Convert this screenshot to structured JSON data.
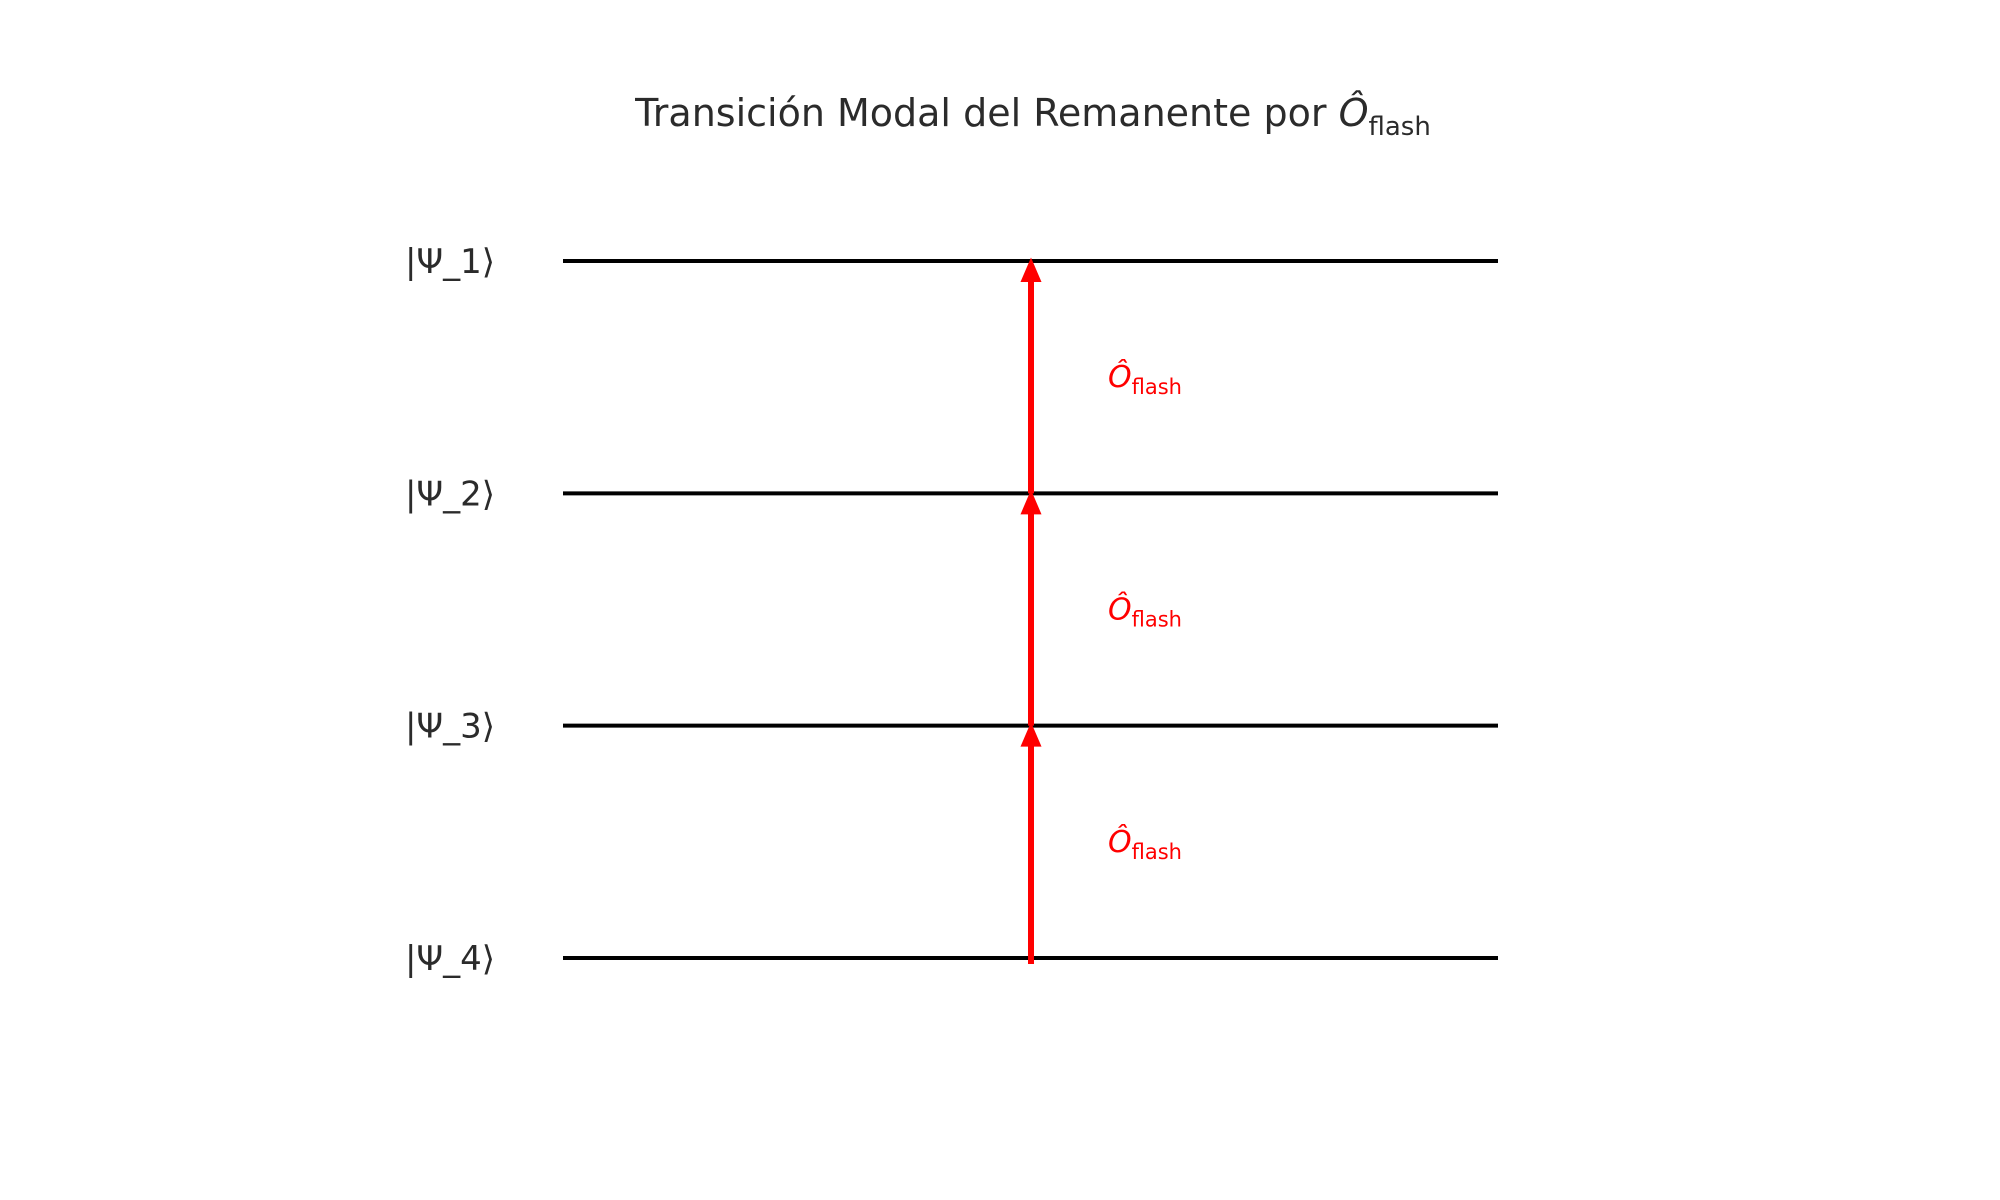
{
  "title": {
    "text": "Transición Modal del Remanente por ",
    "operator_symbol": "Ô",
    "operator_subscript": "flash"
  },
  "levels": [
    {
      "label": "|Ψ_1⟩"
    },
    {
      "label": "|Ψ_2⟩"
    },
    {
      "label": "|Ψ_3⟩"
    },
    {
      "label": "|Ψ_4⟩"
    }
  ],
  "transitions": [
    {
      "from": "|Ψ_4⟩",
      "to": "|Ψ_3⟩",
      "symbol": "Ô",
      "subscript": "flash"
    },
    {
      "from": "|Ψ_3⟩",
      "to": "|Ψ_2⟩",
      "symbol": "Ô",
      "subscript": "flash"
    },
    {
      "from": "|Ψ_2⟩",
      "to": "|Ψ_1⟩",
      "symbol": "Ô",
      "subscript": "flash"
    }
  ],
  "colors": {
    "level_line": "#000000",
    "arrow": "#ff0000",
    "operator_text": "#ff0000",
    "text": "#2b2b2b"
  }
}
